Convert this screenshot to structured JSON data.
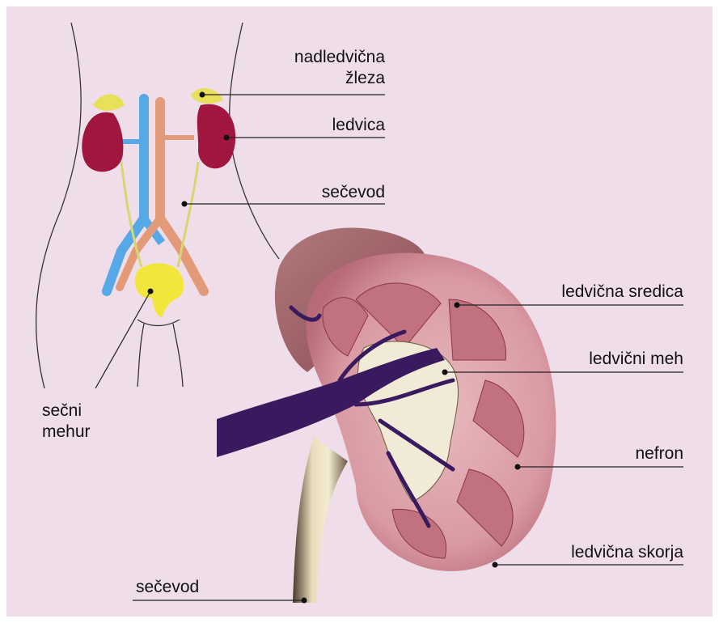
{
  "labels": {
    "adrenal_gland": [
      "nadledvična",
      "žleza"
    ],
    "kidney": "ledvica",
    "ureter_top": "sečevod",
    "bladder": [
      "sečni",
      "mehur"
    ],
    "medulla": "ledvična sredica",
    "pelvis": "ledvični meh",
    "nephron": "nefron",
    "cortex": "ledvična skorja",
    "ureter_bottom": "sečevod"
  },
  "colors": {
    "background": "#efdde9",
    "kidney_small": "#a0163f",
    "adrenal": "#e8e05a",
    "vein": "#56a8e6",
    "artery": "#e39a78",
    "bladder": "#f2e63a",
    "cortex": "#c98a95",
    "medulla": "#b05868",
    "renal_vessels": "#3a1a5e",
    "ureter_tube": "#e8d8b0"
  }
}
